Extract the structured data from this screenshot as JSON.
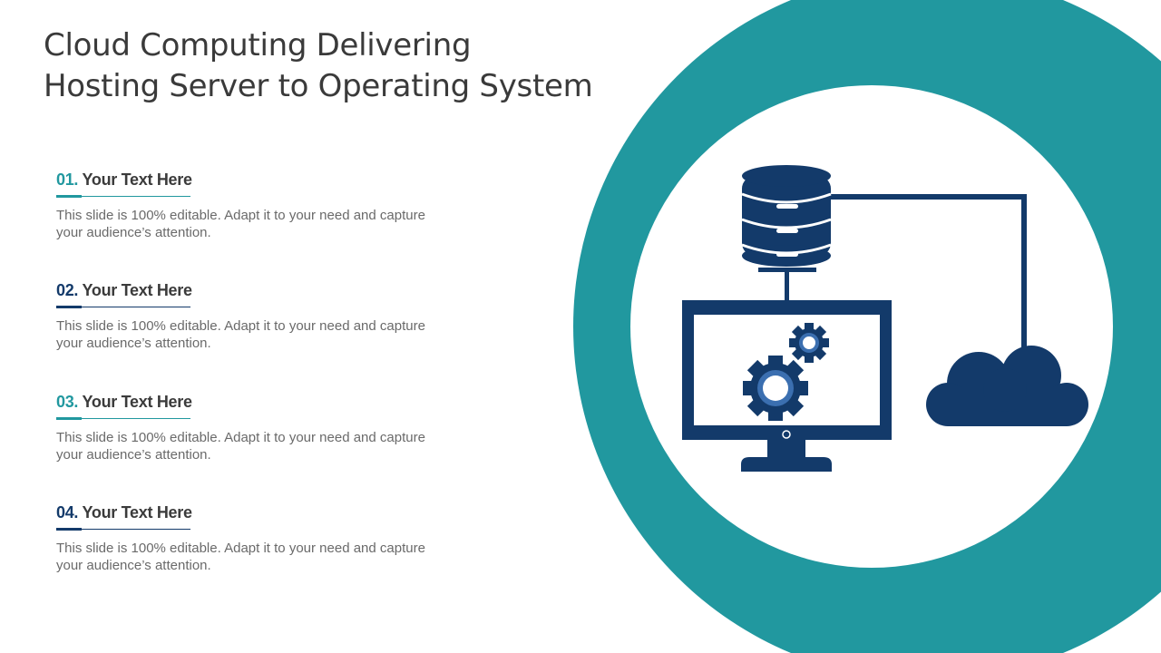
{
  "slide": {
    "title_line1": "Cloud Computing Delivering",
    "title_line2": "Hosting Server to Operating System"
  },
  "items": [
    {
      "number": "01.",
      "heading": "Your Text Here",
      "body_line1": "This slide is 100% editable. Adapt it to your need and capture",
      "body_line2": "your audience’s attention."
    },
    {
      "number": "02.",
      "heading": "Your Text Here",
      "body_line1": "This slide is 100% editable. Adapt it to your need and capture",
      "body_line2": "your audience’s attention."
    },
    {
      "number": "03.",
      "heading": "Your Text Here",
      "body_line1": "This slide is 100% editable. Adapt it to your need and capture",
      "body_line2": "your audience’s attention."
    },
    {
      "number": "04.",
      "heading": "Your Text Here",
      "body_line1": "This slide is 100% editable. Adapt it to your need and capture",
      "body_line2": "your audience’s attention."
    }
  ],
  "colors": {
    "teal": "#21989f",
    "navy": "#133a6a",
    "title_text": "#3a3a3a",
    "body_text": "#6a6a6a"
  },
  "icons": {
    "graphic": [
      "database-icon",
      "monitor-icon",
      "gear-icon",
      "cloud-icon"
    ]
  }
}
